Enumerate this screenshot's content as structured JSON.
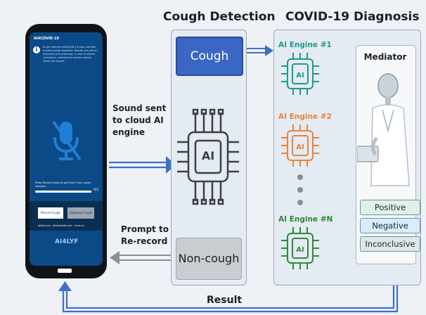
{
  "titles": {
    "cough_detection": "Cough Detection",
    "covid_diagnosis": "COVID-19 Diagnosis"
  },
  "nodes": {
    "cough": "Cough",
    "non_cough": "Non-cough",
    "cloud_ai": "AI",
    "mediator": "Mediator",
    "engine_1": "AI Engine #1",
    "engine_2": "AI Engine #2",
    "engine_n": "AI Engine #N"
  },
  "arrows": {
    "sound_sent": [
      "Sound sent",
      "to cloud AI",
      "engine"
    ],
    "prompt": [
      "Prompt to",
      "Re-record"
    ],
    "result": "Result"
  },
  "outcomes": [
    "Positive",
    "Negative",
    "Inconclusive"
  ],
  "colors": {
    "engine_1": "#1f9a8a",
    "engine_2": "#e8843c",
    "engine_n": "#2e8a3a",
    "arrow": "#3f6fc7",
    "cough_box": "#3a66c4"
  },
  "phone": {
    "app_name": "AI4COVID-19",
    "notice": "At the moment AI4COVID-19 does not offer medical grade diagnosis. Results are just an indicative pre-screening. In case of severe symptoms, professional medical advice should be sought.",
    "instruction": "Press Record Cough to get three 3 sec cough samples.",
    "progress_value": "0/3",
    "record_button": "Record Cough",
    "diagnose_button": "Diagnose Cough",
    "partners": "ai4lyf.com · aiforhealth.com · itucs.co",
    "brand": "AI4LYF"
  }
}
